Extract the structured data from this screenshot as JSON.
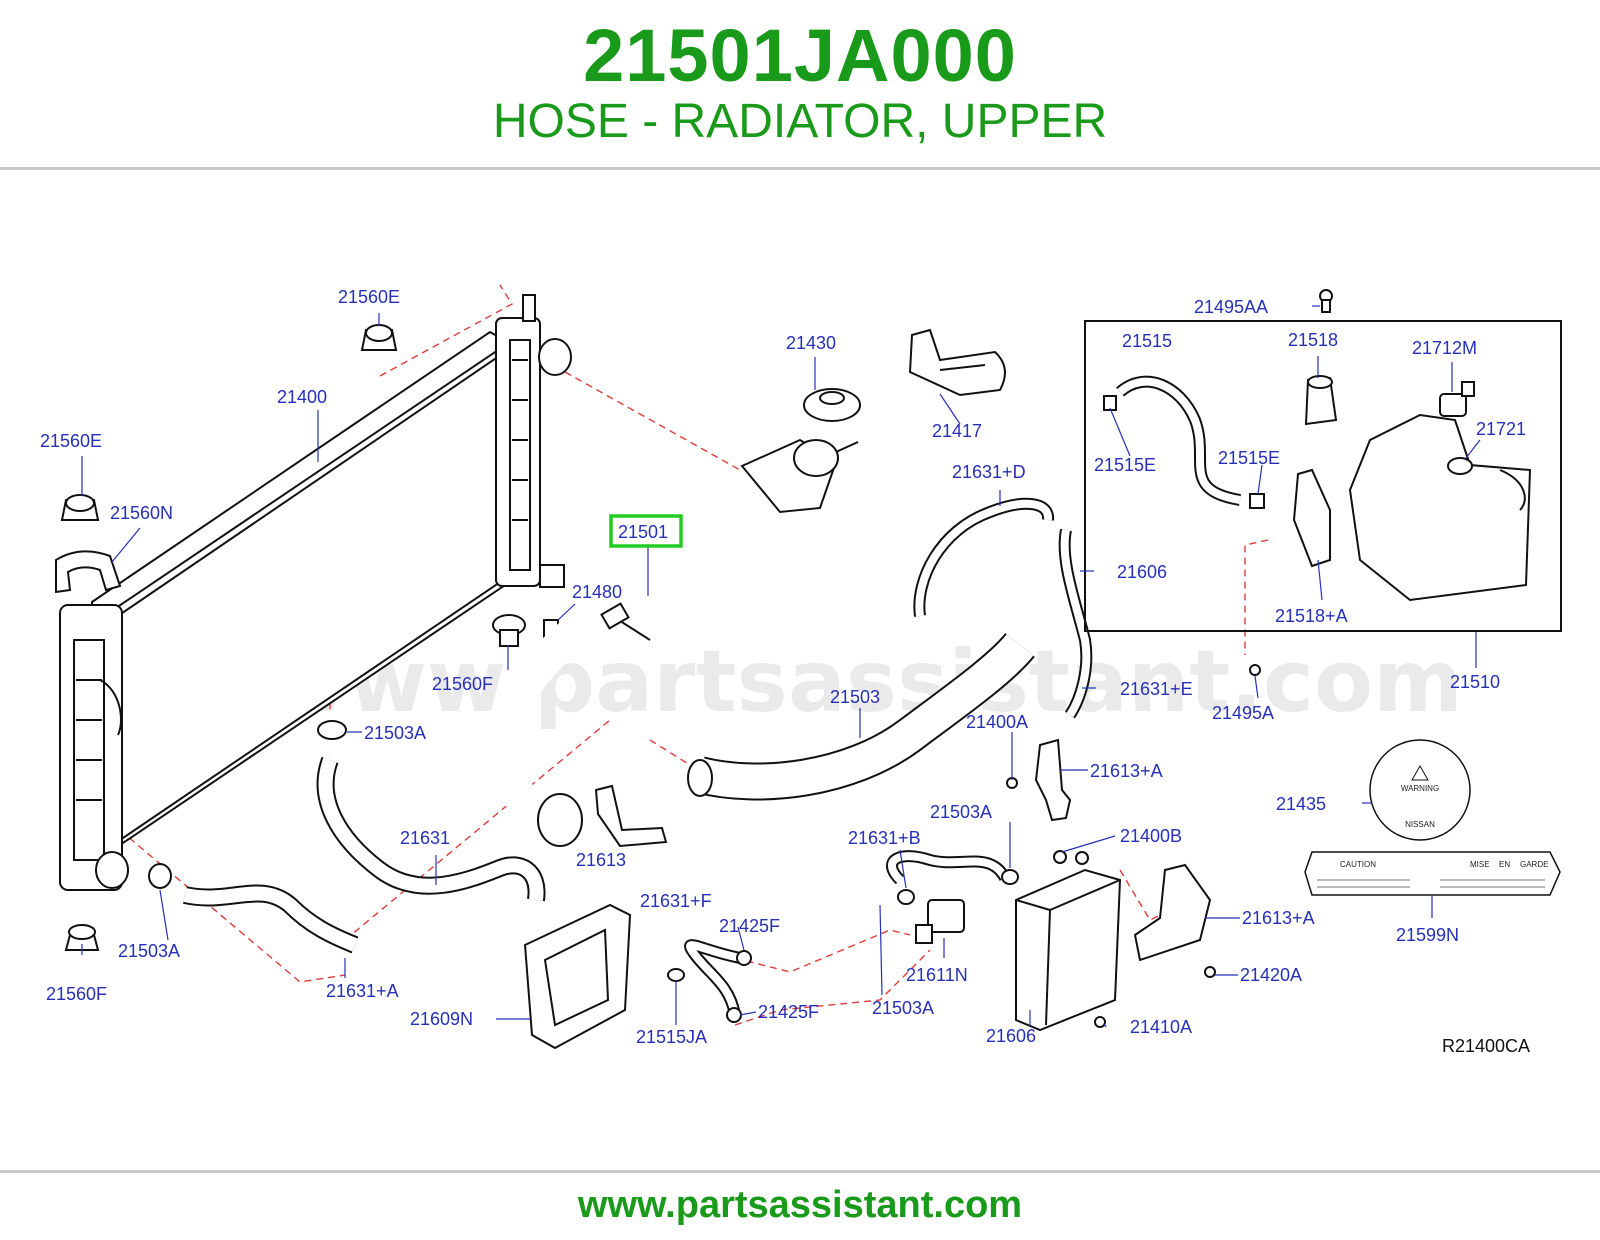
{
  "header": {
    "part_number": "21501JA000",
    "part_name": "HOSE - RADIATOR, UPPER"
  },
  "diagram": {
    "highlighted_label": "21501",
    "reference_code": "R21400CA",
    "watermark": "www.partsassistant.com",
    "labels": [
      "21560E",
      "21400",
      "21560E",
      "21560N",
      "21430",
      "21417",
      "21501",
      "21480",
      "21560F",
      "21503A",
      "21503",
      "21631",
      "21613",
      "21503A",
      "21560F",
      "21631+A",
      "21631+D",
      "21606",
      "21631+E",
      "21400A",
      "21613+A",
      "21503A",
      "21631+B",
      "21400B",
      "21611N",
      "21503A",
      "21631+F",
      "21425F",
      "21425F",
      "21515JA",
      "21609N",
      "21606",
      "21410A",
      "21420A",
      "21613+A",
      "21435",
      "21599N",
      "21495AA",
      "21515",
      "21518",
      "21712M",
      "21721",
      "21515E",
      "21515E",
      "21518+A",
      "21510",
      "21495A"
    ],
    "cap_label": {
      "warning": "WARNING",
      "brand": "NISSAN"
    },
    "decal_label": {
      "caution": "CAUTION",
      "mise": "MISE",
      "en": "EN",
      "garde": "GARDE"
    }
  },
  "footer": {
    "website": "www.partsassistant.com"
  },
  "colors": {
    "brand_green": "#1a9a1a",
    "label_blue": "#2630b8",
    "highlight": "#22cc22",
    "dashed_red": "#e23a3a"
  }
}
